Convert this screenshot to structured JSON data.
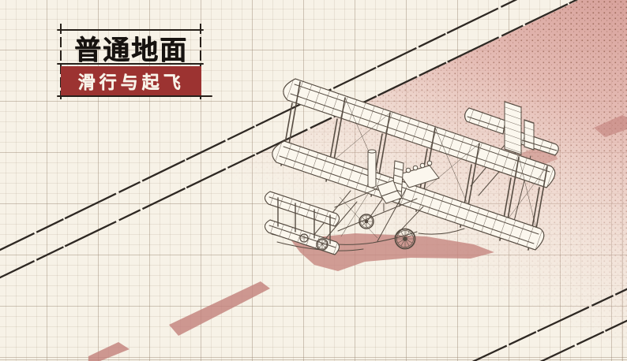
{
  "header": {
    "title": "普通地面",
    "subtitle": "滑行与起飞",
    "title_color": "#171310",
    "banner_color": "#9c3331",
    "subtitle_color": "#f8f3e9"
  },
  "scene": {
    "illustration": "wright-flyer-biplane-isometric-line-drawing",
    "ground": "grid-paper-runway",
    "elements": [
      "runway-edge-double-lines",
      "off-runway-dotted-pink-area",
      "runway-centerline-red-dashes",
      "aircraft-ground-shadow",
      "wright-flyer-biplane"
    ],
    "colors": {
      "paper": "#f7f2e7",
      "grid_line": "#b7a астан",
      "runway_edge_line": "#2e2823",
      "off_runway_pink": "#d59b95",
      "marking_red": "#c27f7a",
      "shadow_red": "#c6867f",
      "drawing_stroke": "#564c42",
      "wing_fill": "#fbf7ee"
    }
  }
}
